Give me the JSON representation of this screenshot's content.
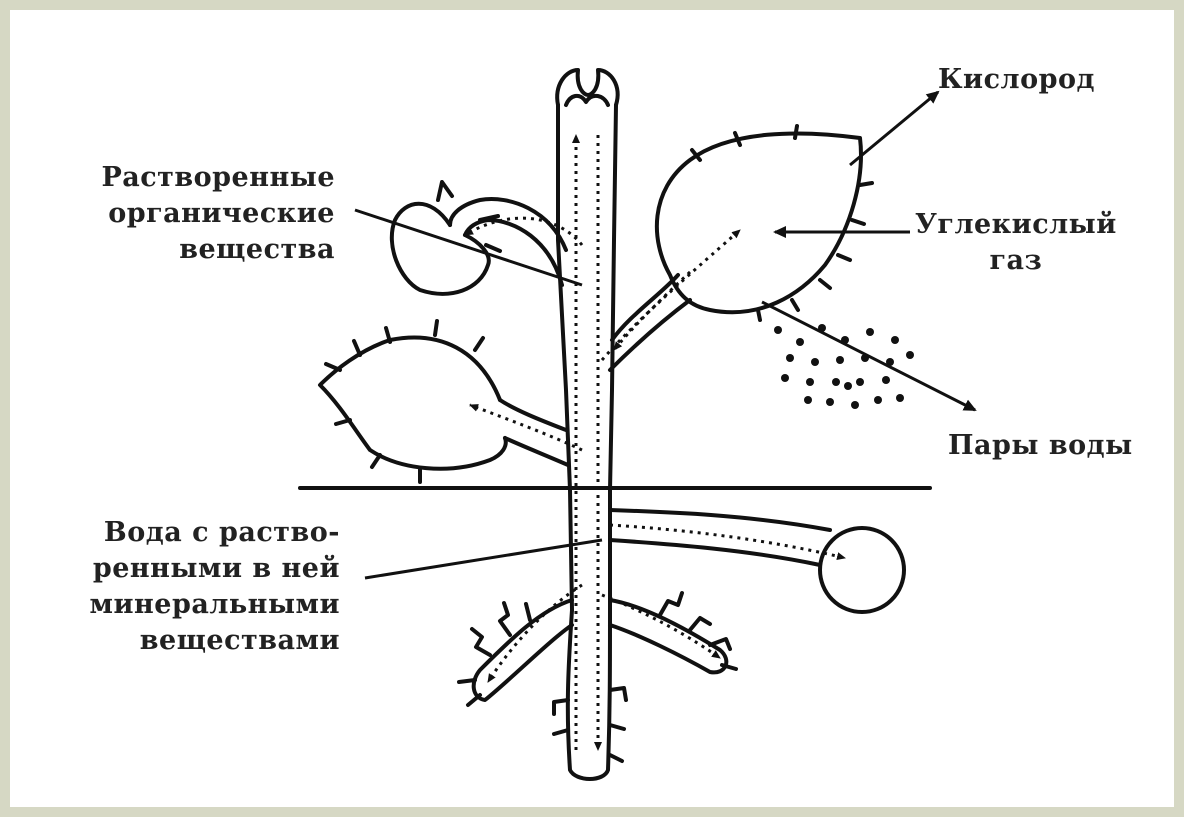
{
  "labels": {
    "oxygen": "Кислород",
    "carbon_dioxide": [
      "Углекислый",
      "газ"
    ],
    "organic": [
      "Растворенные",
      "органические",
      "вещества"
    ],
    "water_vapor": "Пары воды",
    "water_minerals": [
      "Вода с раство-",
      "ренными в ней",
      "минеральными",
      "веществами"
    ]
  },
  "colors": {
    "frame": "#d6d8c4",
    "background": "#ffffff",
    "ink": "#111111"
  }
}
